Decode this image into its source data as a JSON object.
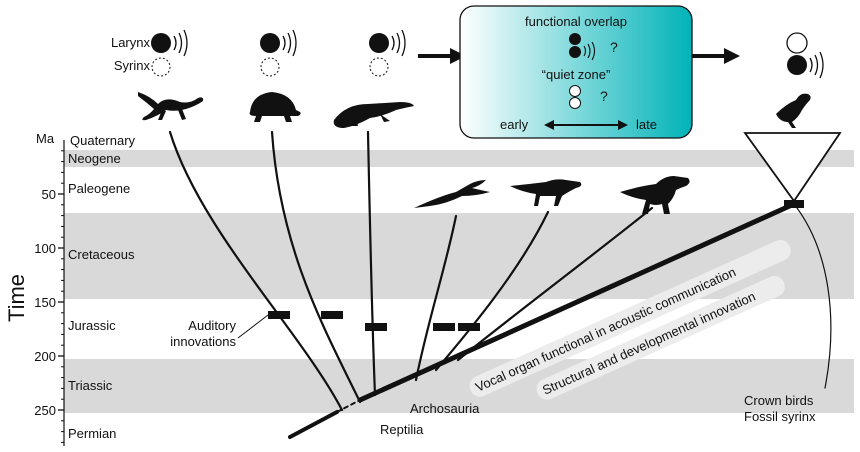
{
  "legend": {
    "larynx_label": "Larynx",
    "syrinx_label": "Syrinx"
  },
  "inset_box": {
    "overlap_label": "functional overlap",
    "question_mark_1": "?",
    "quiet_label": "“quiet zone”",
    "question_mark_2": "?",
    "early_label": "early",
    "late_label": "late",
    "gradient_start": "#ffffff",
    "gradient_end": "#00b3b8"
  },
  "time_axis": {
    "unit_label": "Ma",
    "title": "Time",
    "ticks": [
      "50",
      "100",
      "150",
      "200",
      "250"
    ],
    "periods": [
      "Quaternary",
      "Neogene",
      "Paleogene",
      "Cretaceous",
      "Jurassic",
      "Triassic",
      "Permian"
    ],
    "band_color": "#d9d9d9"
  },
  "annotations": {
    "auditory_line1": "Auditory",
    "auditory_line2": "innovations",
    "reptilia": "Reptilia",
    "archosauria": "Archosauria",
    "vocal_organ": "Vocal organ functional in acoustic communication",
    "structural": "Structural and developmental innovation",
    "crown_birds": "Crown birds",
    "fossil_syrinx": "Fossil syrinx"
  },
  "icons": {
    "lizard": "lizard-silhouette",
    "turtle": "turtle-silhouette",
    "crocodile": "crocodile-silhouette",
    "pterosaur": "pterosaur-silhouette",
    "dinosaur_small": "small-dinosaur-silhouette",
    "trex": "theropod-silhouette",
    "bird": "bird-silhouette"
  }
}
